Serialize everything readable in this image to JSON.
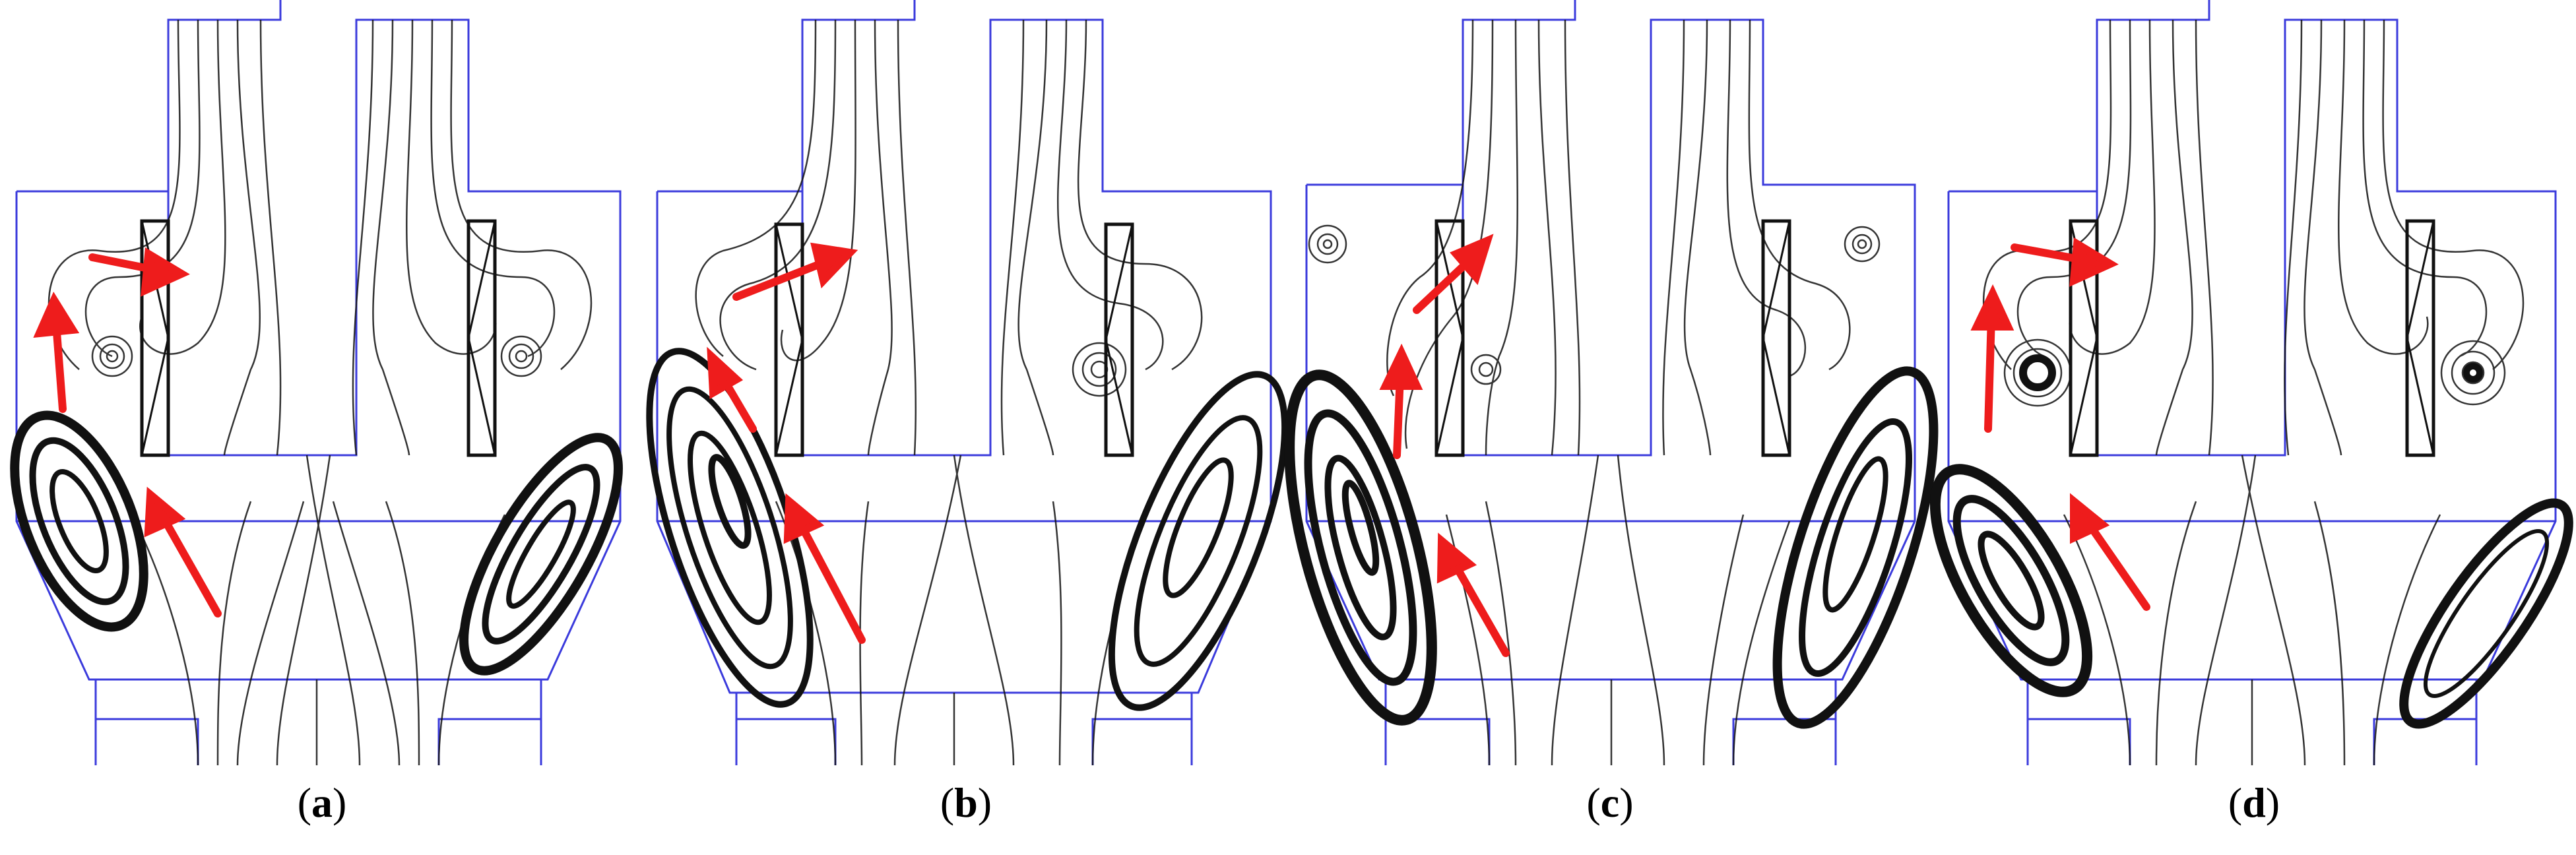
{
  "colors": {
    "geometry": "#3b3bdc",
    "streamline": "#111111",
    "arrow": "#ee1c1c"
  },
  "panels": [
    {
      "label": "a",
      "caption_open": "(",
      "caption_close": ")"
    },
    {
      "label": "b",
      "caption_open": "(",
      "caption_close": ")"
    },
    {
      "label": "c",
      "caption_open": "(",
      "caption_close": ")"
    },
    {
      "label": "d",
      "caption_open": "(",
      "caption_close": ")"
    }
  ]
}
